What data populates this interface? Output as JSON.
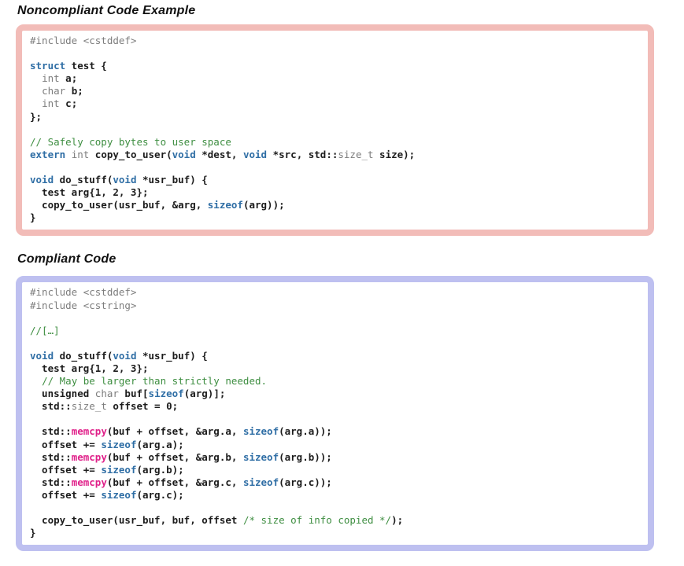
{
  "colors": {
    "keyword": "#2f6ea5",
    "type": "#7d7d7d",
    "comment": "#3e8e41",
    "function": "#e0218a",
    "plain": "#1c1c1c",
    "noncompliant_border": "#f2bcb8",
    "compliant_border": "#bec0f0",
    "background": "#ffffff"
  },
  "sections": [
    {
      "id": "noncompliant",
      "title": "Noncompliant Code Example",
      "border_color": "#f2bcb8",
      "lines": [
        [
          {
            "t": "#include <cstddef>",
            "c": "type"
          }
        ],
        [],
        [
          {
            "t": "struct",
            "c": "kw"
          },
          {
            "t": " test {",
            "c": "pln"
          }
        ],
        [
          {
            "t": "  ",
            "c": "pln"
          },
          {
            "t": "int",
            "c": "type"
          },
          {
            "t": " a;",
            "c": "pln"
          }
        ],
        [
          {
            "t": "  ",
            "c": "pln"
          },
          {
            "t": "char",
            "c": "type"
          },
          {
            "t": " b;",
            "c": "pln"
          }
        ],
        [
          {
            "t": "  ",
            "c": "pln"
          },
          {
            "t": "int",
            "c": "type"
          },
          {
            "t": " c;",
            "c": "pln"
          }
        ],
        [
          {
            "t": "};",
            "c": "pln"
          }
        ],
        [],
        [
          {
            "t": "// Safely copy bytes to user space",
            "c": "cmt"
          }
        ],
        [
          {
            "t": "extern",
            "c": "kw"
          },
          {
            "t": " ",
            "c": "pln"
          },
          {
            "t": "int",
            "c": "type"
          },
          {
            "t": " copy_to_user(",
            "c": "pln"
          },
          {
            "t": "void",
            "c": "kw"
          },
          {
            "t": " *dest, ",
            "c": "pln"
          },
          {
            "t": "void",
            "c": "kw"
          },
          {
            "t": " *src, std::",
            "c": "pln"
          },
          {
            "t": "size_t",
            "c": "type"
          },
          {
            "t": " size);",
            "c": "pln"
          }
        ],
        [],
        [
          {
            "t": "void",
            "c": "kw"
          },
          {
            "t": " do_stuff(",
            "c": "pln"
          },
          {
            "t": "void",
            "c": "kw"
          },
          {
            "t": " *usr_buf) {",
            "c": "pln"
          }
        ],
        [
          {
            "t": "  test arg{1, 2, 3};",
            "c": "pln"
          }
        ],
        [
          {
            "t": "  copy_to_user(usr_buf, &arg, ",
            "c": "pln"
          },
          {
            "t": "sizeof",
            "c": "kw"
          },
          {
            "t": "(arg));",
            "c": "pln"
          }
        ],
        [
          {
            "t": "}",
            "c": "pln"
          }
        ]
      ]
    },
    {
      "id": "compliant",
      "title": "Compliant Code",
      "border_color": "#bec0f0",
      "lines": [
        [
          {
            "t": "#include <cstddef>",
            "c": "type"
          }
        ],
        [
          {
            "t": "#include <cstring>",
            "c": "type"
          }
        ],
        [],
        [
          {
            "t": "//[…]",
            "c": "cmt"
          }
        ],
        [],
        [
          {
            "t": "void",
            "c": "kw"
          },
          {
            "t": " do_stuff(",
            "c": "pln"
          },
          {
            "t": "void",
            "c": "kw"
          },
          {
            "t": " *usr_buf) {",
            "c": "pln"
          }
        ],
        [
          {
            "t": "  test arg{1, 2, 3};",
            "c": "pln"
          }
        ],
        [
          {
            "t": "  ",
            "c": "pln"
          },
          {
            "t": "// May be larger than strictly needed.",
            "c": "cmt"
          }
        ],
        [
          {
            "t": "  unsigned ",
            "c": "pln"
          },
          {
            "t": "char",
            "c": "type"
          },
          {
            "t": " buf[",
            "c": "pln"
          },
          {
            "t": "sizeof",
            "c": "kw"
          },
          {
            "t": "(arg)];",
            "c": "pln"
          }
        ],
        [
          {
            "t": "  std::",
            "c": "pln"
          },
          {
            "t": "size_t",
            "c": "type"
          },
          {
            "t": " offset = 0;",
            "c": "pln"
          }
        ],
        [],
        [
          {
            "t": "  std::",
            "c": "pln"
          },
          {
            "t": "memcpy",
            "c": "fn"
          },
          {
            "t": "(buf + offset, &arg.a, ",
            "c": "pln"
          },
          {
            "t": "sizeof",
            "c": "kw"
          },
          {
            "t": "(arg.a));",
            "c": "pln"
          }
        ],
        [
          {
            "t": "  offset += ",
            "c": "pln"
          },
          {
            "t": "sizeof",
            "c": "kw"
          },
          {
            "t": "(arg.a);",
            "c": "pln"
          }
        ],
        [
          {
            "t": "  std::",
            "c": "pln"
          },
          {
            "t": "memcpy",
            "c": "fn"
          },
          {
            "t": "(buf + offset, &arg.b, ",
            "c": "pln"
          },
          {
            "t": "sizeof",
            "c": "kw"
          },
          {
            "t": "(arg.b));",
            "c": "pln"
          }
        ],
        [
          {
            "t": "  offset += ",
            "c": "pln"
          },
          {
            "t": "sizeof",
            "c": "kw"
          },
          {
            "t": "(arg.b);",
            "c": "pln"
          }
        ],
        [
          {
            "t": "  std::",
            "c": "pln"
          },
          {
            "t": "memcpy",
            "c": "fn"
          },
          {
            "t": "(buf + offset, &arg.c, ",
            "c": "pln"
          },
          {
            "t": "sizeof",
            "c": "kw"
          },
          {
            "t": "(arg.c));",
            "c": "pln"
          }
        ],
        [
          {
            "t": "  offset += ",
            "c": "pln"
          },
          {
            "t": "sizeof",
            "c": "kw"
          },
          {
            "t": "(arg.c);",
            "c": "pln"
          }
        ],
        [],
        [
          {
            "t": "  copy_to_user(usr_buf, buf, offset ",
            "c": "pln"
          },
          {
            "t": "/* size of info copied */",
            "c": "cmt"
          },
          {
            "t": ");",
            "c": "pln"
          }
        ],
        [
          {
            "t": "}",
            "c": "pln"
          }
        ]
      ]
    }
  ]
}
